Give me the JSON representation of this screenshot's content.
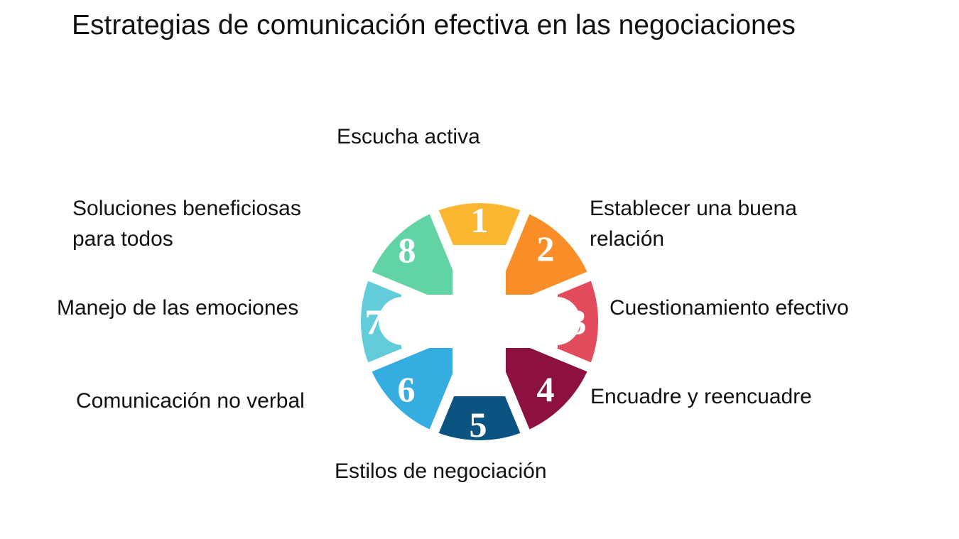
{
  "title": "Estrategias de comunicación efectiva en las negociaciones",
  "items": [
    {
      "number": "1",
      "label_lines": [
        "Escucha activa"
      ],
      "color": "#FBB731"
    },
    {
      "number": "2",
      "label_lines": [
        "Establecer una buena",
        "relación"
      ],
      "color": "#F98E28"
    },
    {
      "number": "3",
      "label_lines": [
        "Cuestionamiento efectivo"
      ],
      "color": "#E14B5B"
    },
    {
      "number": "4",
      "label_lines": [
        "Encuadre y reencuadre"
      ],
      "color": "#8C1140"
    },
    {
      "number": "5",
      "label_lines": [
        "Estilos de negociación"
      ],
      "color": "#0B5482"
    },
    {
      "number": "6",
      "label_lines": [
        "Comunicación no verbal"
      ],
      "color": "#36ADE0"
    },
    {
      "number": "7",
      "label_lines": [
        "Manejo de las emociones"
      ],
      "color": "#62CCDB"
    },
    {
      "number": "8",
      "label_lines": [
        "Soluciones beneficiosas",
        "para todos"
      ],
      "color": "#62D4A4"
    }
  ]
}
